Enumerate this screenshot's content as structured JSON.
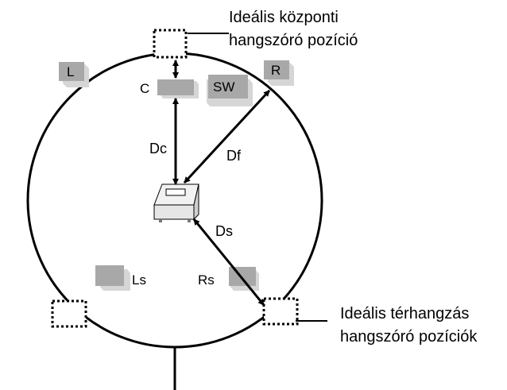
{
  "callouts": {
    "center_line1": "Ideális központi",
    "center_line2": "hangszóró pozíció",
    "surround_line1": "Ideális térhangzás",
    "surround_line2": "hangszóró pozíciók"
  },
  "speakers": {
    "left": "L",
    "center": "C",
    "subwoofer": "SW",
    "right": "R",
    "left_surround": "Ls",
    "right_surround": "Rs"
  },
  "distances": {
    "center": "Dc",
    "front": "Df",
    "surround": "Ds"
  },
  "colors": {
    "speaker_face": "#a8a8a8",
    "speaker_side": "#d6d6d6",
    "line": "#000000"
  }
}
